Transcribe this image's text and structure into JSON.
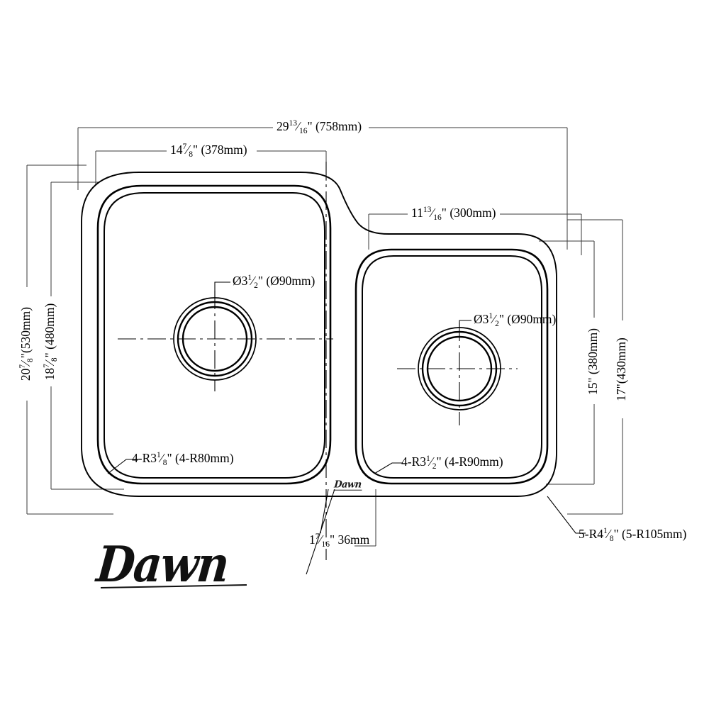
{
  "title": "Dawn undermount double bowl kitchen sink — dimensioned technical drawing",
  "brand": {
    "logo_text": "Dawn",
    "logo_mini_text": "Dawn"
  },
  "units_note": "",
  "dimensions": {
    "overall_width": {
      "label": "29¹³⁄₁₆\" (758mm)",
      "inch_whole": "29",
      "inch_num": "13",
      "inch_den": "16",
      "metric": "(758mm)"
    },
    "large_bowl_width": {
      "label": "14⁷⁄₈\" (378mm)",
      "inch_whole": "14",
      "inch_num": "7",
      "inch_den": "8",
      "metric": "(378mm)"
    },
    "small_bowl_width": {
      "label": "11¹³⁄₁₆\" (300mm)",
      "inch_whole": "11",
      "inch_num": "13",
      "inch_den": "16",
      "metric": "(300mm)"
    },
    "overall_depth": {
      "label": "20⁷⁄₈\"(530mm)",
      "inch_whole": "20",
      "inch_num": "7",
      "inch_den": "8",
      "metric": "(530mm)"
    },
    "large_bowl_depth": {
      "label": "18⁷⁄₈\" (480mm)",
      "inch_whole": "18",
      "inch_num": "7",
      "inch_den": "8",
      "metric": "(480mm)"
    },
    "small_bowl_depth": {
      "label": "15\" (380mm)",
      "inch_whole": "15",
      "inch_num": "",
      "inch_den": "",
      "metric": "(380mm)"
    },
    "right_overall_depth": {
      "label": "17\"(430mm)",
      "inch_whole": "17",
      "inch_num": "",
      "inch_den": "",
      "metric": "(430mm)"
    },
    "divider_width": {
      "label": "1⁷⁄₁₆\" 36mm",
      "inch_whole": "1",
      "inch_num": "7",
      "inch_den": "16",
      "metric": "36mm"
    }
  },
  "callouts": {
    "drain_left": {
      "label": "Ø3½\" (Ø90mm)",
      "prefix": "Ø3",
      "num": "1",
      "den": "2",
      "metric": "(Ø90mm)"
    },
    "drain_right": {
      "label": "Ø3½\" (Ø90mm)",
      "prefix": "Ø3",
      "num": "1",
      "den": "2",
      "metric": "(Ø90mm)"
    },
    "radius_large_bowl": {
      "label": "4-R3⅛\"  (4-R80mm)",
      "prefix": "4-R3",
      "num": "1",
      "den": "8",
      "metric": "(4-R80mm)"
    },
    "radius_small_bowl": {
      "label": "4-R3½\"  (4-R90mm)",
      "prefix": "4-R3",
      "num": "1",
      "den": "2",
      "metric": "(4-R90mm)"
    },
    "radius_rim": {
      "label": "5-R4⅛\"  (5-R105mm)",
      "prefix": "5-R4",
      "num": "1",
      "den": "8",
      "metric": "(5-R105mm)"
    }
  },
  "colors": {
    "line": "#000000",
    "dimension_line": "#3a3a3a",
    "background": "#ffffff"
  }
}
